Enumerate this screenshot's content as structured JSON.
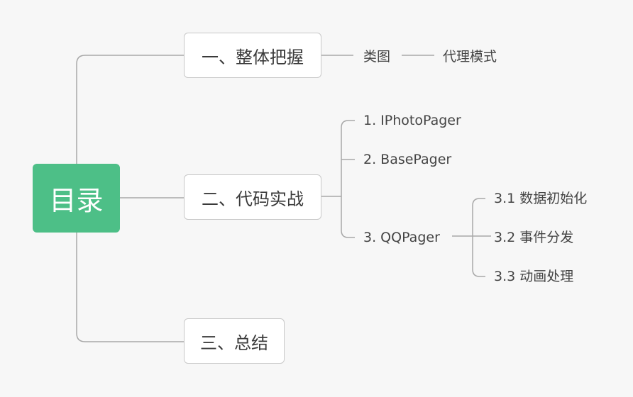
{
  "root": {
    "label": "目录",
    "color": "#4dbf87"
  },
  "branches": [
    {
      "label": "一、整体把握",
      "children": [
        {
          "label": "类图",
          "children": [
            {
              "label": "代理模式"
            }
          ]
        }
      ]
    },
    {
      "label": "二、代码实战",
      "children": [
        {
          "label": "1. IPhotoPager"
        },
        {
          "label": "2. BasePager"
        },
        {
          "label": "3. QQPager",
          "children": [
            {
              "label": "3.1 数据初始化"
            },
            {
              "label": "3.2 事件分发"
            },
            {
              "label": "3.3 动画处理"
            }
          ]
        }
      ]
    },
    {
      "label": "三、总结"
    }
  ],
  "line_color": "#a0a0a0"
}
